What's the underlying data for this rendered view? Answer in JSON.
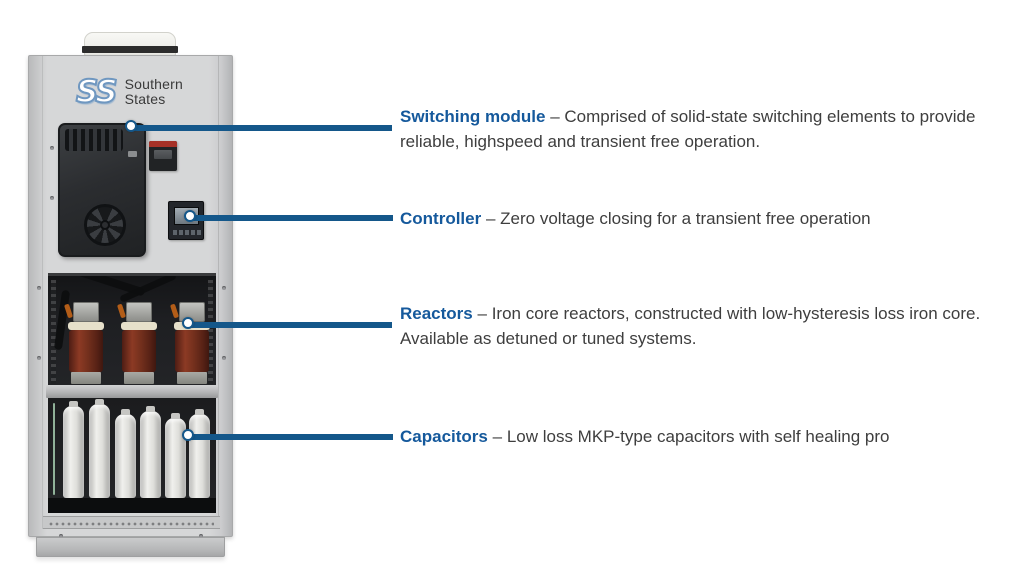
{
  "ui": {
    "separator": "–"
  },
  "brand": {
    "monogram": "SS",
    "name_line1": "Southern",
    "name_line2": "States"
  },
  "colors": {
    "accent_blue": "#14578a",
    "label_blue": "#15599c",
    "body_text": "#3e3e3e",
    "cabinet_gray": "#d6d7d8",
    "bay_dark": "#1e1f22",
    "reactor_coil": "#74301d",
    "capacitor_white": "#eMOVED"
  },
  "callouts": [
    {
      "id": "switching-module",
      "label": "Switching module",
      "description": "Comprised of solid-state switching elements to provide reliable, highspeed and transient free operation."
    },
    {
      "id": "controller",
      "label": "Controller",
      "description": "Zero voltage closing for a transient free operation"
    },
    {
      "id": "reactors",
      "label": "Reactors",
      "description": "Iron core reactors, constructed with low-hysteresis loss iron core. Available as detuned or tuned systems."
    },
    {
      "id": "capacitors",
      "label": "Capacitors",
      "description": "Low loss MKP-type capacitors with self healing pro"
    }
  ]
}
